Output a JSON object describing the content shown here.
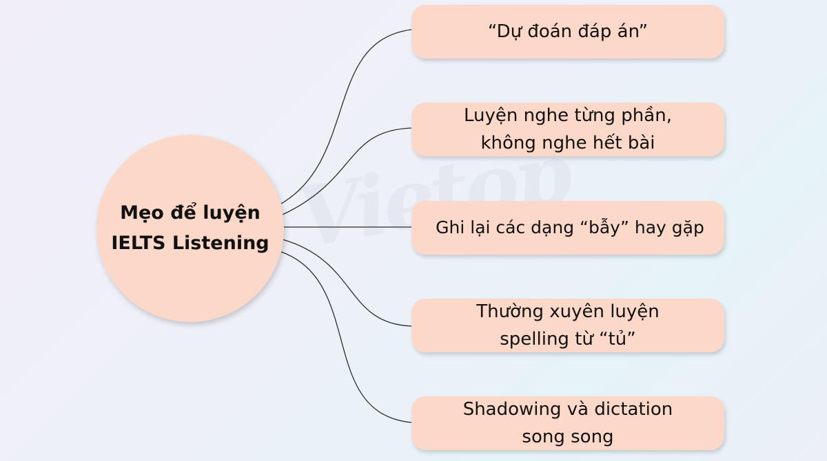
{
  "diagram": {
    "center": {
      "label": "Mẹo để luyện\nIELTS Listening"
    },
    "branches": [
      {
        "label": "“Dự đoán đáp án”"
      },
      {
        "label": "Luyện nghe từng phần,\nkhông nghe hết bài"
      },
      {
        "label": "Ghi lại các dạng “bẫy” hay gặp"
      },
      {
        "label": "Thường xuyên luyện\nspelling từ “tủ”"
      },
      {
        "label": "Shadowing và dictation\nsong song"
      }
    ],
    "watermark": "Vietop",
    "colors": {
      "node_fill": "#fcd8c8",
      "connector": "#2b2b2b",
      "text": "#111111"
    }
  }
}
